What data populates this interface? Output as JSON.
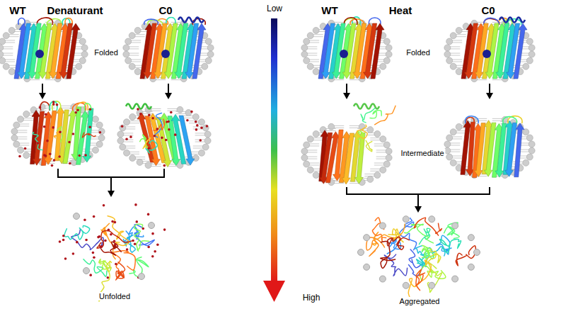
{
  "diagram": {
    "labels": [
      "WT",
      "Denaturant",
      "C0",
      "Folded",
      "Unfolded",
      "Low",
      "High",
      "WT",
      "Heat",
      "C0",
      "Folded",
      "Intermediate",
      "Aggregated"
    ]
  }
}
